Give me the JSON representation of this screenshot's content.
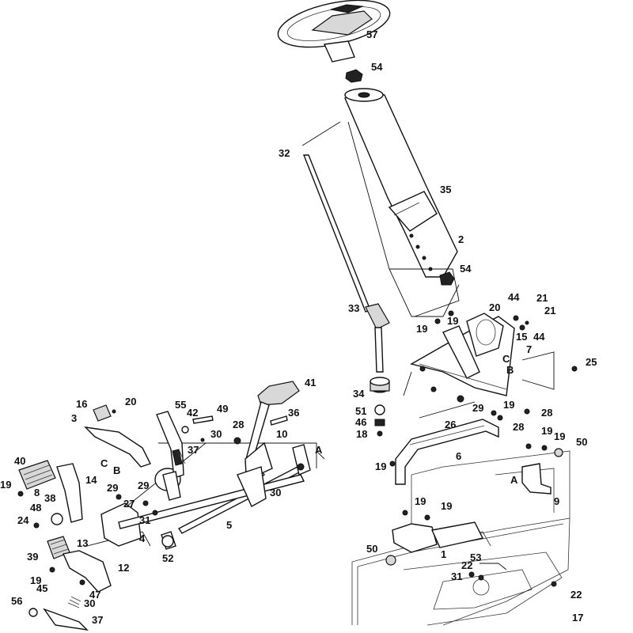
{
  "diagram": {
    "callouts": [
      "57",
      "54",
      "32",
      "35",
      "2",
      "54",
      "33",
      "44",
      "21",
      "20",
      "21",
      "44",
      "19",
      "19",
      "15",
      "7",
      "25",
      "C",
      "B",
      "34",
      "29",
      "19",
      "28",
      "51",
      "26",
      "28",
      "46",
      "18",
      "6",
      "19",
      "19",
      "50",
      "19",
      "A",
      "9",
      "41",
      "16",
      "20",
      "55",
      "42",
      "49",
      "36",
      "3",
      "28",
      "30",
      "37",
      "10",
      "C",
      "B",
      "A",
      "40",
      "14",
      "27",
      "29",
      "19",
      "29",
      "30",
      "8",
      "38",
      "48",
      "24",
      "31",
      "5",
      "4",
      "52",
      "13",
      "39",
      "12",
      "19",
      "47",
      "45",
      "30",
      "56",
      "37",
      "19",
      "19",
      "50",
      "1",
      "53",
      "22",
      "31",
      "22",
      "17"
    ]
  }
}
